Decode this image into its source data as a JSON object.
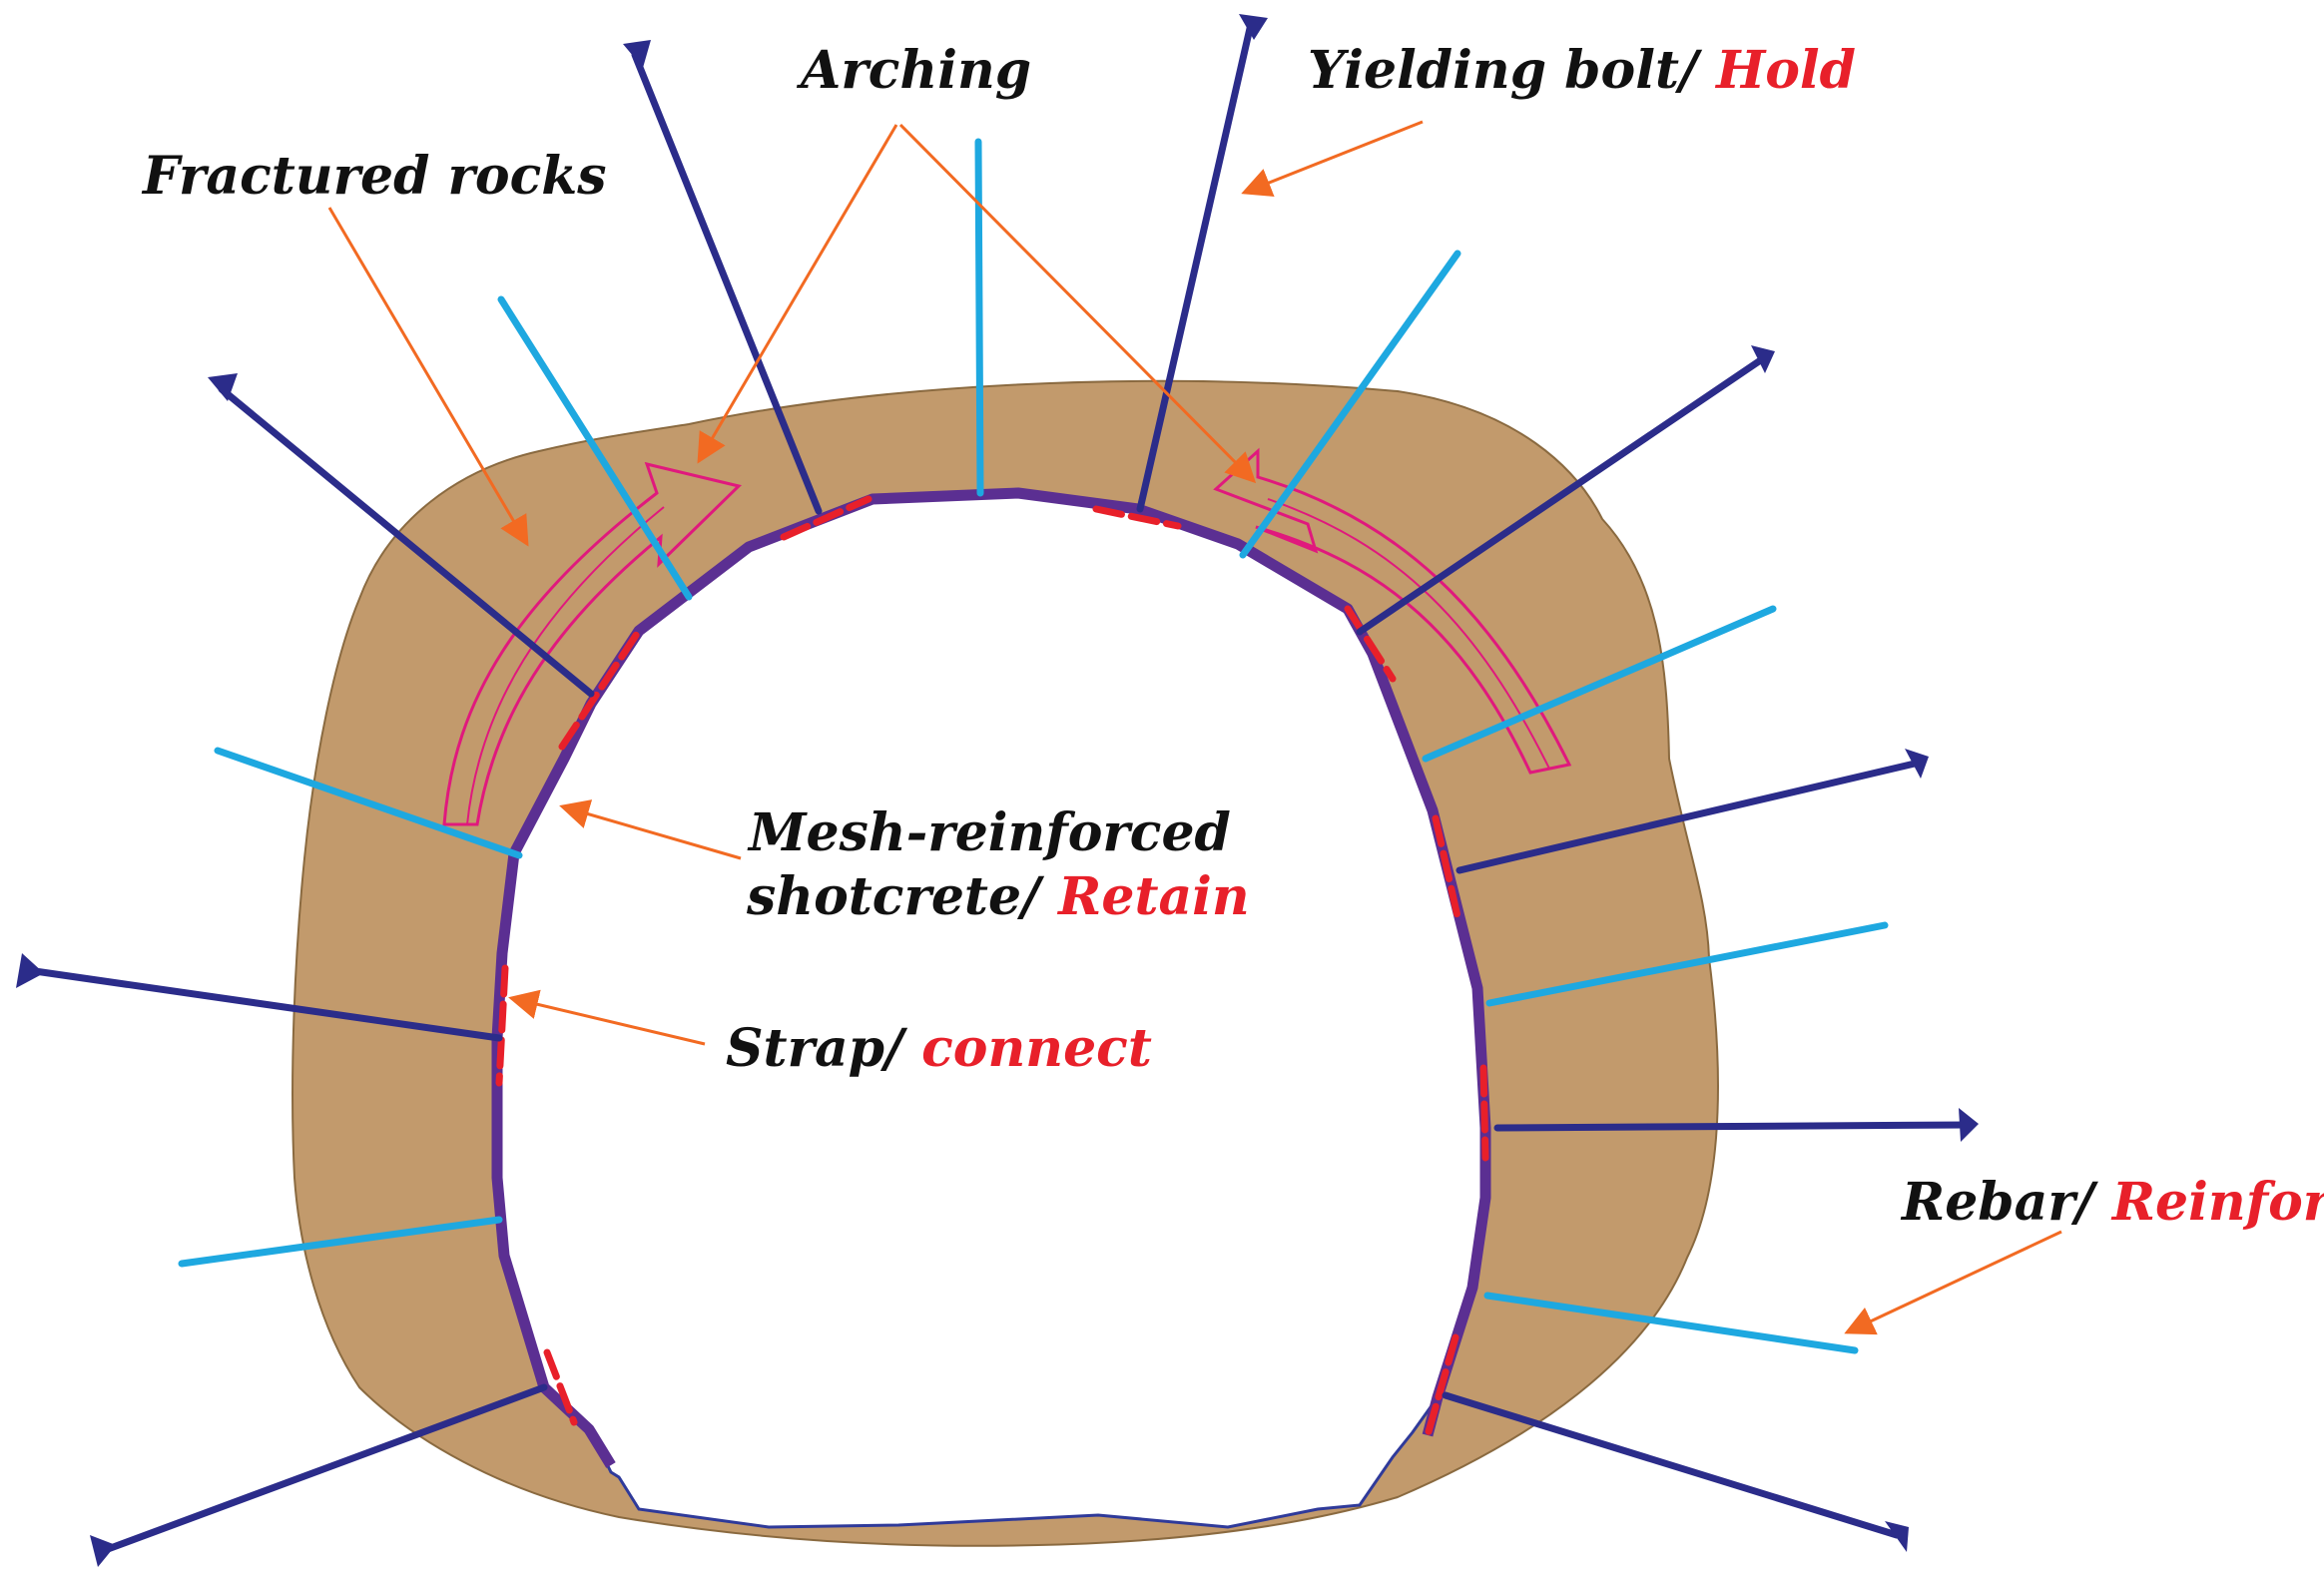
{
  "labels": {
    "arching": "Arching",
    "fractured_rocks": "Fractured rocks",
    "yielding_bolt": {
      "name": "Yielding bolt/ ",
      "function": "Hold"
    },
    "mesh_shotcrete": {
      "line1": "Mesh-reinforced",
      "line2_name": "shotcrete/ ",
      "line2_function": "Retain"
    },
    "strap": {
      "name": "Strap/ ",
      "function": "connect"
    },
    "rebar": {
      "name": "Rebar/ ",
      "function": "Reinforce"
    }
  },
  "colors": {
    "rock": "#c29a6c",
    "rock_edge": "#8a6a40",
    "lining": "#5b2f92",
    "yielding_bolt": "#2b2c8a",
    "rebar": "#1ea8e0",
    "strap": "#e8202a",
    "leader_arrow": "#f26a22",
    "arching_outline": "#e0197d",
    "function_text": "#e8202a"
  }
}
